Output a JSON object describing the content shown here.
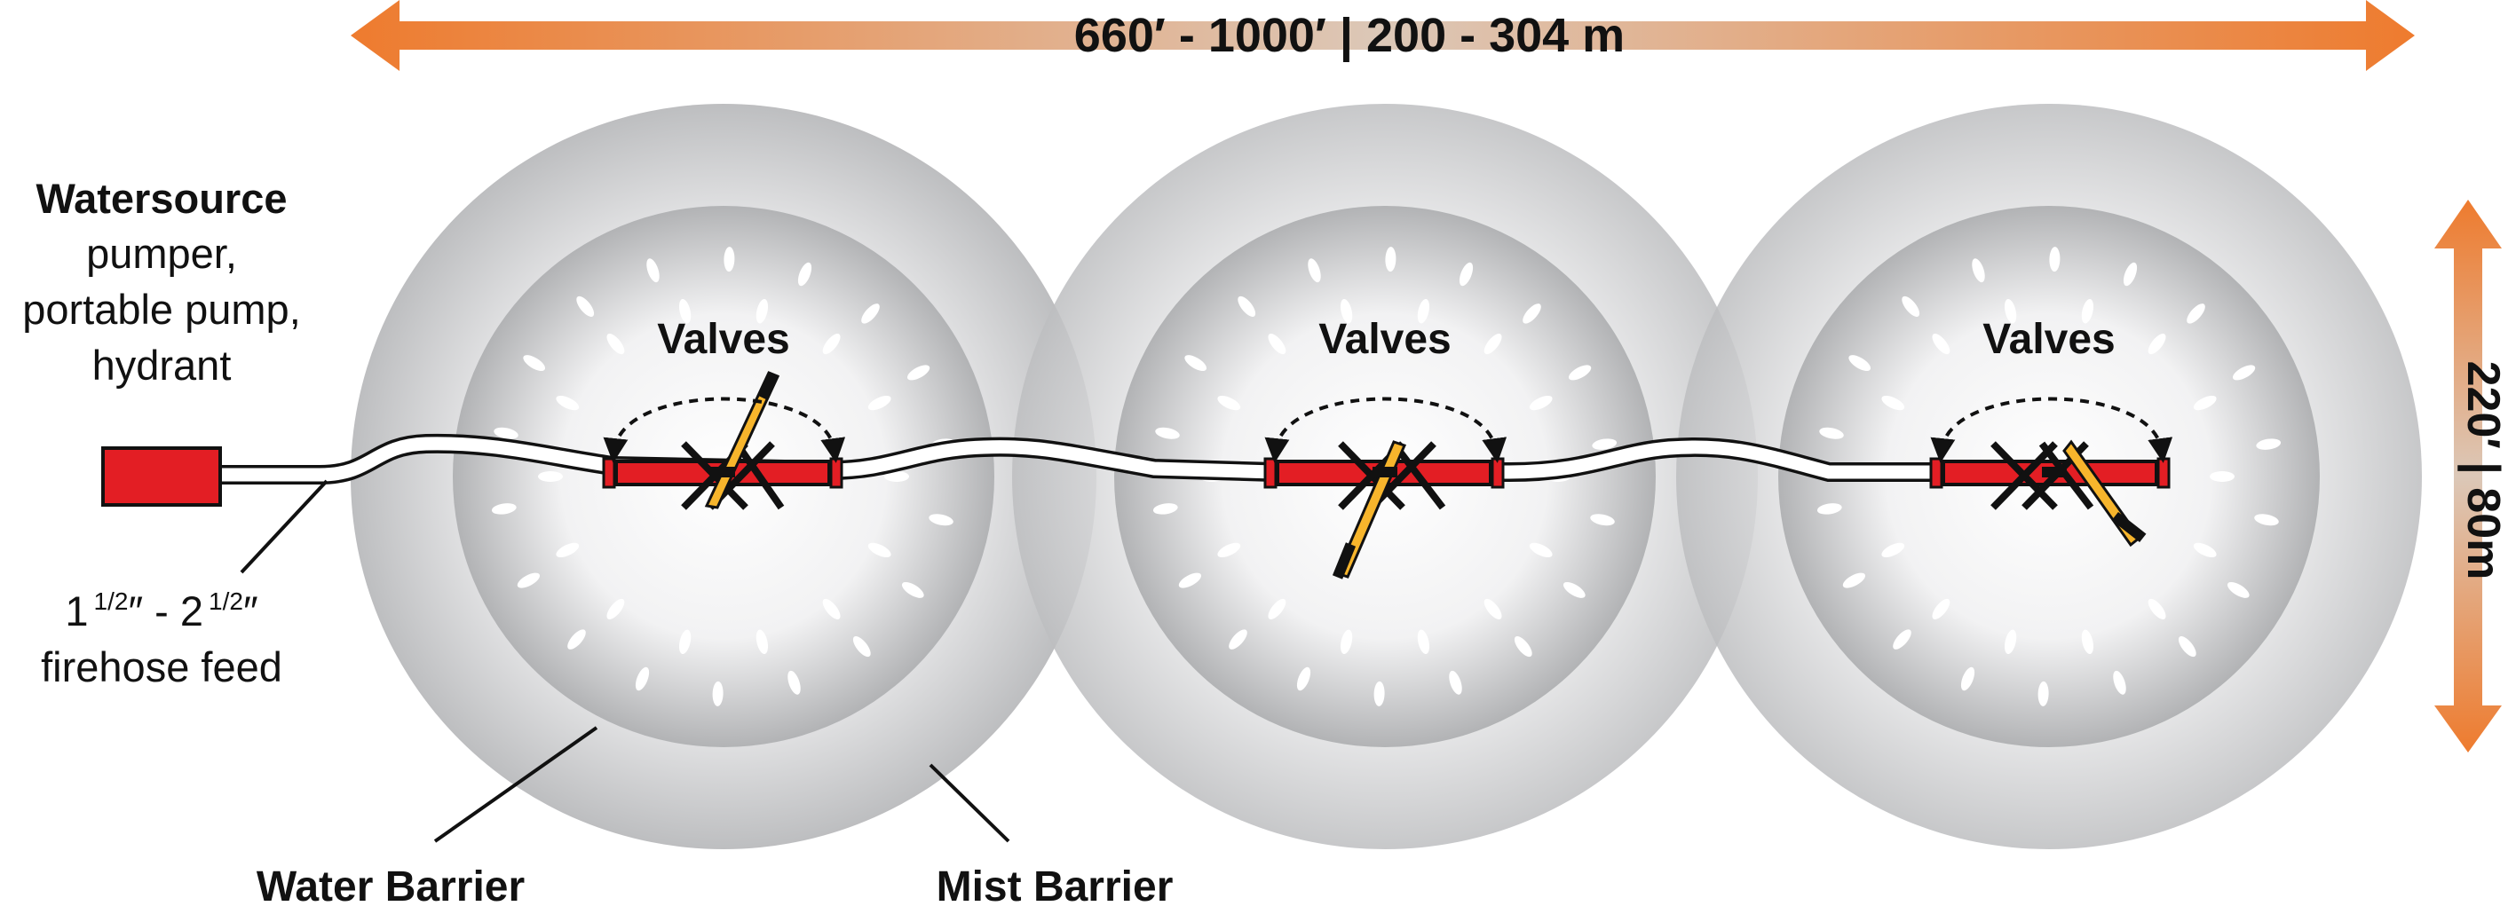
{
  "width_label": "660′ - 1000′ | 200 - 304 m",
  "height_label": "220′ | 80m",
  "watersource": {
    "title": "Watersource",
    "lines": [
      "pumper,",
      "portable pump,",
      "hydrant"
    ]
  },
  "feed": {
    "line1_main_a": "1",
    "line1_sup_a": "1/2",
    "line1_mid": "″ - 2",
    "line1_sup_b": "1/2",
    "line1_end": "″",
    "line2": "firehose feed"
  },
  "valves_label": "Valves",
  "water_barrier_label": "Water Barrier",
  "mist_barrier_label": "Mist Barrier",
  "colors": {
    "arrow_orange": "#ee7b2e",
    "arrow_fade": "#dcc8b8",
    "valve_red": "#e31e24",
    "handle_yellow": "#f7b52c",
    "outline": "#111111"
  }
}
